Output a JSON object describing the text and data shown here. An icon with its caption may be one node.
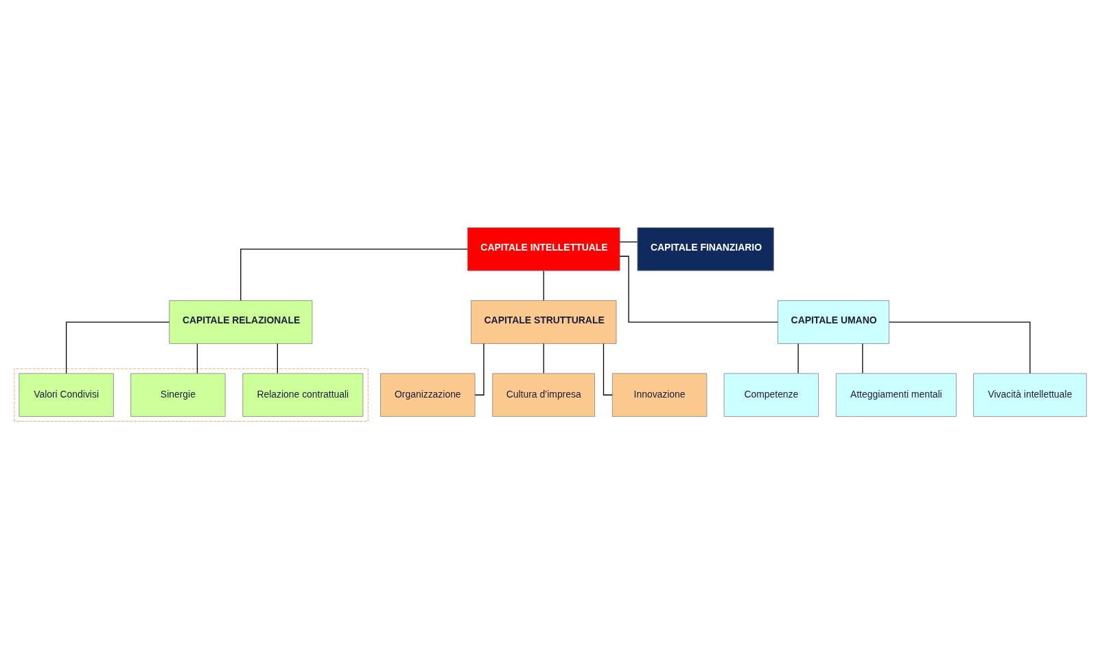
{
  "diagram": {
    "nodes": [
      {
        "text": [
          "CAPITALE INTELLETTUALE"
        ]
      },
      {
        "text": [
          "CAPITALE FINANZIARIO"
        ]
      },
      {
        "text": [
          "CAPITALE RELAZIONALE"
        ]
      },
      {
        "text": [
          "CAPITALE STRUTTURALE"
        ]
      },
      {
        "text": [
          "CAPITALE UMANO"
        ]
      },
      {
        "text": [],
        "shape": "box"
      },
      {
        "text": [
          "Relazione contrattuali"
        ],
        "in": 5
      },
      {
        "text": [
          "Sinergie"
        ],
        "in": 5
      },
      {
        "text": [
          "Valori Condivisi"
        ],
        "in": 5
      },
      {
        "text": [
          "Organizzazione"
        ]
      },
      {
        "text": [
          "Cultura d’impresa"
        ]
      },
      {
        "text": [
          "Innovazione"
        ]
      },
      {
        "text": [
          "Competenze"
        ]
      },
      {
        "text": [
          "Atteggiamenti mentali"
        ]
      },
      {
        "text": [
          "Vivacità intellettuale"
        ]
      }
    ],
    "edges": [
      {
        "from": 0,
        "to": 1,
        "arrow": "none"
      },
      {
        "from": 0,
        "to": 2,
        "arrow": "none"
      },
      {
        "from": 0,
        "to": 3,
        "arrow": "none"
      },
      {
        "from": 0,
        "to": 4,
        "arrow": "none"
      },
      {
        "from": 2,
        "to": 6,
        "arrow": "none"
      },
      {
        "from": 2,
        "to": 7,
        "arrow": "none"
      },
      {
        "from": 2,
        "to": 8,
        "arrow": "none"
      },
      {
        "from": 3,
        "to": 9,
        "arrow": "none"
      },
      {
        "from": 3,
        "to": 10,
        "arrow": "none"
      },
      {
        "from": 3,
        "to": 11,
        "arrow": "none"
      },
      {
        "from": 4,
        "to": 12,
        "arrow": "none"
      },
      {
        "from": 4,
        "to": 13,
        "arrow": "none"
      },
      {
        "from": 4,
        "to": 14,
        "arrow": "none"
      }
    ]
  }
}
